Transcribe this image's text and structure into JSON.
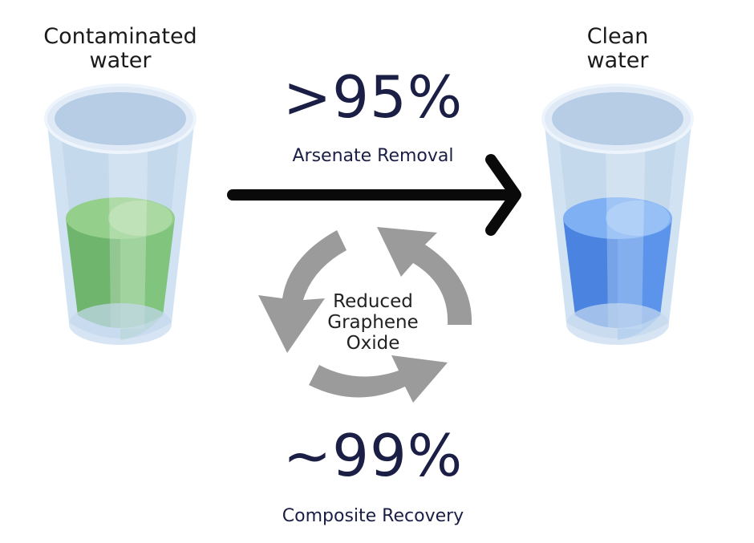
{
  "labels": {
    "left_line1": "Contaminated",
    "left_line2": "water",
    "right_line1": "Clean",
    "right_line2": "water"
  },
  "stats": {
    "removal_value": ">95%",
    "removal_caption": "Arsenate Removal",
    "recovery_value": "~99%",
    "recovery_caption": "Composite Recovery"
  },
  "cycle": {
    "line1": "Reduced",
    "line2": "Graphene",
    "line3": "Oxide"
  },
  "colors": {
    "contaminated_water": "#6fbf73",
    "clean_water": "#4d8ff0",
    "glass": "#c9dcef",
    "arrow": "#0a0a0a",
    "cycle_arrows": "#9b9b9b",
    "stat_text": "#1b1f45"
  },
  "icons": {
    "left_glass": "glass-contaminated-icon",
    "right_glass": "glass-clean-icon",
    "process_arrow": "arrow-right-icon",
    "cycle": "recycle-arrows-icon"
  }
}
